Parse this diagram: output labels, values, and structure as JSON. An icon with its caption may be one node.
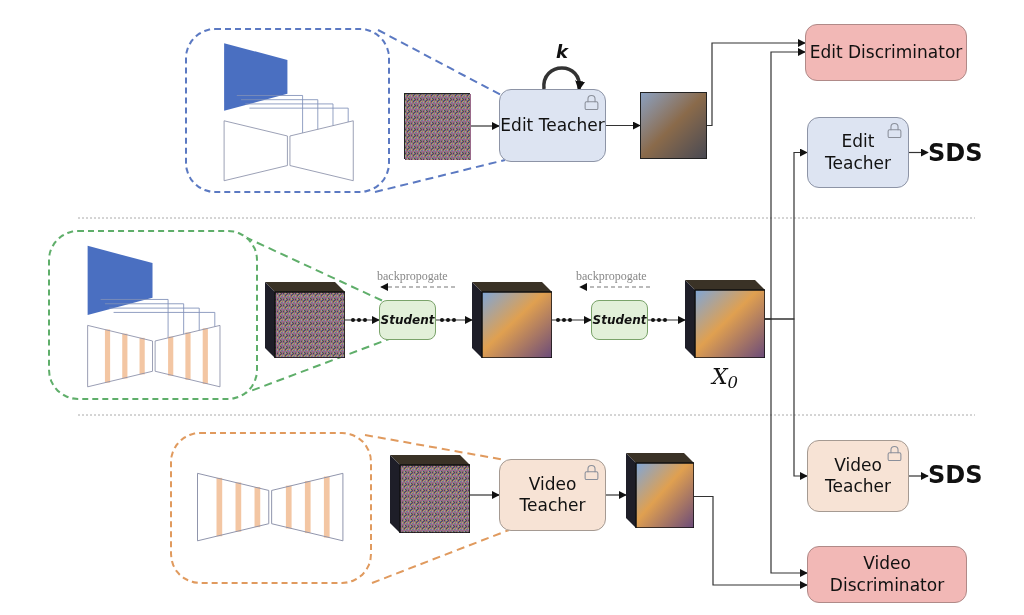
{
  "diagram": {
    "nodes": [
      {
        "text": [],
        "shape": "picture"
      },
      {
        "text": [],
        "shape": "picture"
      },
      {
        "text": [
          "Edit Teacher"
        ]
      },
      {
        "text": [],
        "shape": "picture"
      },
      {
        "text": [
          "Edit Discriminator"
        ]
      },
      {
        "text": [
          "Edit Teacher"
        ]
      },
      {
        "text": [
          "SDS"
        ]
      },
      {
        "text": [],
        "shape": "picture"
      },
      {
        "text": [],
        "shape": "picture"
      },
      {
        "text": [
          "Student"
        ]
      },
      {
        "text": [],
        "shape": "picture"
      },
      {
        "text": [
          "Student"
        ]
      },
      {
        "text": [],
        "shape": "picture",
        "beside": [
          "X$_{0}$"
        ]
      },
      {
        "text": [
          "Video Teacher"
        ]
      },
      {
        "text": [
          "SDS"
        ]
      },
      {
        "text": [
          "Video Discriminator"
        ]
      },
      {
        "text": [],
        "shape": "picture"
      },
      {
        "text": [],
        "shape": "picture"
      },
      {
        "text": [
          "Video Teacher"
        ]
      },
      {
        "text": [],
        "shape": "picture"
      }
    ],
    "edges": [
      {
        "from": 1,
        "to": 2,
        "arrow": "to"
      },
      {
        "from": 2,
        "to": 2,
        "arrow": "to",
        "label": "k",
        "style": "thick"
      },
      {
        "from": 2,
        "to": 3,
        "arrow": "to"
      },
      {
        "from": 3,
        "to": 4,
        "arrow": "to"
      },
      {
        "from": 12,
        "to": 4,
        "arrow": "to"
      },
      {
        "from": 12,
        "to": 5,
        "arrow": "to"
      },
      {
        "from": 12,
        "to": 13,
        "arrow": "to"
      },
      {
        "from": 12,
        "to": 15,
        "arrow": "to"
      },
      {
        "from": 5,
        "to": 6,
        "arrow": "to"
      },
      {
        "from": 13,
        "to": 14,
        "arrow": "to"
      },
      {
        "from": 19,
        "to": 15,
        "arrow": "to"
      },
      {
        "from": 8,
        "to": 9,
        "arrow": "to"
      },
      {
        "from": 9,
        "to": 10,
        "arrow": "to"
      },
      {
        "from": 10,
        "to": 11,
        "arrow": "to"
      },
      {
        "from": 11,
        "to": 12,
        "arrow": "to"
      },
      {
        "from": 17,
        "to": 18,
        "arrow": "to"
      },
      {
        "from": 18,
        "to": 19,
        "arrow": "to"
      },
      {
        "from": 0,
        "to": 2,
        "arrow": "none",
        "style": "dashed",
        "color": "#5b79c2"
      },
      {
        "from": 0,
        "to": 2,
        "arrow": "none",
        "style": "dashed",
        "color": "#5b79c2"
      },
      {
        "from": 7,
        "to": 9,
        "arrow": "none",
        "style": "dashed",
        "color": "#5fae6a"
      },
      {
        "from": 7,
        "to": 9,
        "arrow": "none",
        "style": "dashed",
        "color": "#5fae6a"
      },
      {
        "from": 16,
        "to": 18,
        "arrow": "none",
        "style": "dashed",
        "color": "#e09a5e"
      },
      {
        "from": 16,
        "to": 18,
        "arrow": "none",
        "style": "dashed",
        "color": "#e09a5e"
      }
    ],
    "labels": [
      "backpropogate",
      "backpropogate"
    ]
  }
}
